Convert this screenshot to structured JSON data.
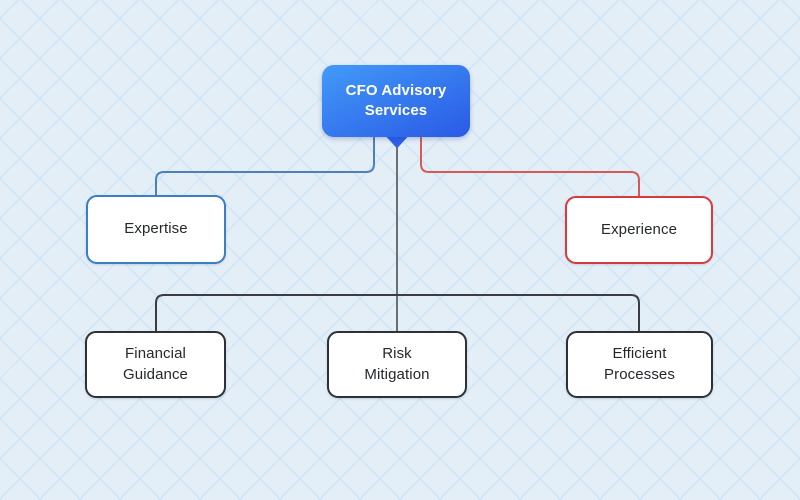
{
  "canvas": {
    "background_color": "#e4eef7",
    "grid_line_color": "#cde5f6"
  },
  "mindmap": {
    "root": {
      "label": "CFO Advisory\nServices",
      "gradient_from": "#429af8",
      "gradient_to": "#2a5ae6",
      "text_color": "#ffffff",
      "tail_color": "#2c5feb"
    },
    "nodes": [
      {
        "label": "Expertise",
        "border_color": "#3b7ec2",
        "text_color": "#25282c"
      },
      {
        "label": "Experience",
        "border_color": "#d63b3f",
        "text_color": "#25282c"
      },
      {
        "label": "Financial\nGuidance",
        "border_color": "#2e3236",
        "text_color": "#25282c"
      },
      {
        "label": "Risk\nMitigation",
        "border_color": "#2e3236",
        "text_color": "#25282c"
      },
      {
        "label": "Efficient\nProcesses",
        "border_color": "#2e3236",
        "text_color": "#25282c"
      }
    ],
    "connectors": {
      "expertise_branch": {
        "color": "#4d80b6"
      },
      "experience_branch": {
        "color": "#d65958"
      },
      "trunk": {
        "color": "#6b7076"
      },
      "bottom_branch": {
        "color": "#3a3e44"
      }
    }
  }
}
